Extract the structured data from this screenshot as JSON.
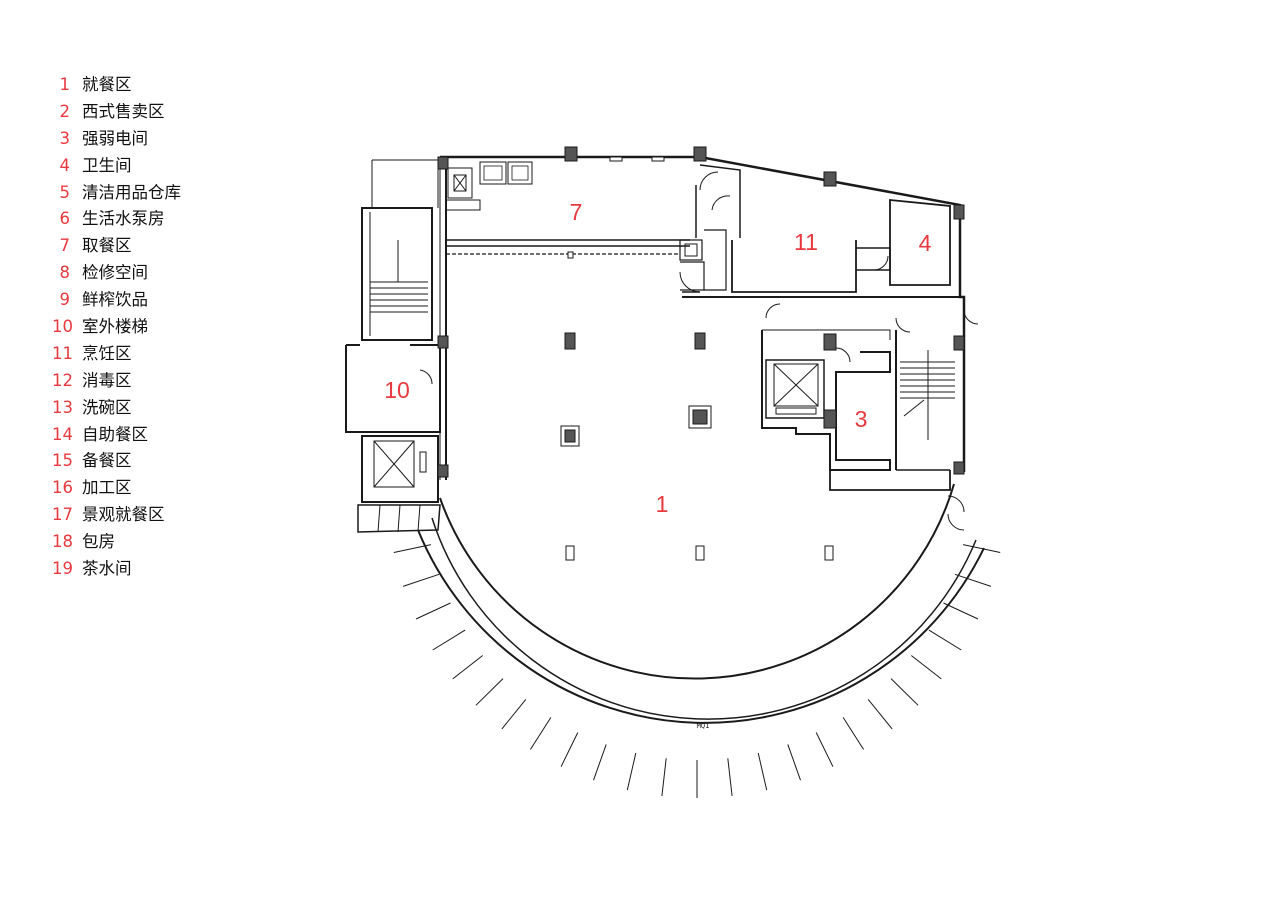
{
  "colors": {
    "number": "#e8393f",
    "label": "#111111",
    "wall": "#1a1a1a",
    "column": "#555555"
  },
  "legend": {
    "items": [
      {
        "num": "1",
        "label": "就餐区"
      },
      {
        "num": "2",
        "label": "西式售卖区"
      },
      {
        "num": "3",
        "label": "强弱电间"
      },
      {
        "num": "4",
        "label": "卫生间"
      },
      {
        "num": "5",
        "label": "清洁用品仓库"
      },
      {
        "num": "6",
        "label": "生活水泵房"
      },
      {
        "num": "7",
        "label": "取餐区"
      },
      {
        "num": "8",
        "label": "检修空间"
      },
      {
        "num": "9",
        "label": "鲜榨饮品"
      },
      {
        "num": "10",
        "label": "室外楼梯"
      },
      {
        "num": "11",
        "label": "烹饪区"
      },
      {
        "num": "12",
        "label": "消毒区"
      },
      {
        "num": "13",
        "label": "洗碗区"
      },
      {
        "num": "14",
        "label": "自助餐区"
      },
      {
        "num": "15",
        "label": "备餐区"
      },
      {
        "num": "16",
        "label": "加工区"
      },
      {
        "num": "17",
        "label": "景观就餐区"
      },
      {
        "num": "18",
        "label": "包房"
      },
      {
        "num": "19",
        "label": "茶水间"
      }
    ]
  },
  "plan": {
    "room_labels": [
      "1",
      "3",
      "4",
      "7",
      "10",
      "11"
    ],
    "curtain_wall_tag": "MQ1"
  }
}
